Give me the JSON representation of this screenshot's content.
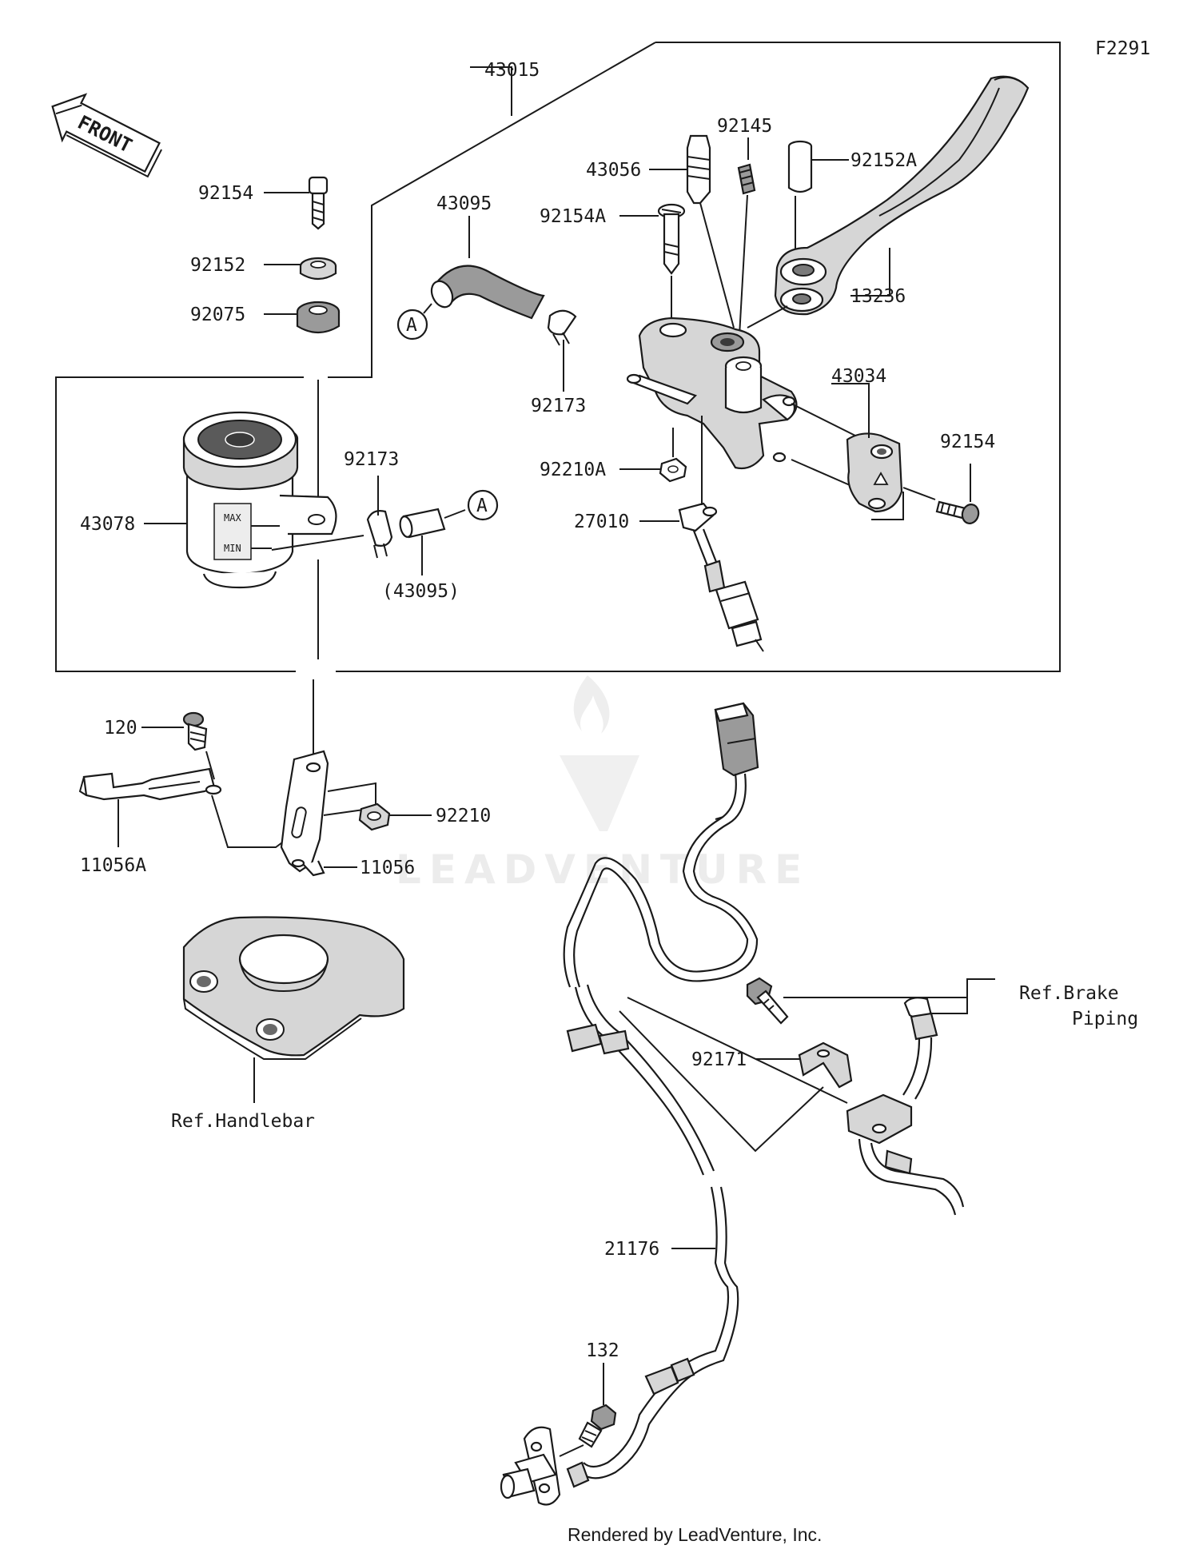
{
  "figure_id": "F2291",
  "front_label": "FRONT",
  "watermark": "LEADVENTURE",
  "footer": "Rendered by LeadVenture, Inc.",
  "parts": {
    "p43015": "43015",
    "p43056": "43056",
    "p92145": "92145",
    "p92152A": "92152A",
    "p43095": "43095",
    "p92154A": "92154A",
    "p13236": "13236",
    "p92154_top": "92154",
    "p92152": "92152",
    "p92075": "92075",
    "p92173_a": "92173",
    "p43034": "43034",
    "p92154_right": "92154",
    "p92210A": "92210A",
    "p92173_b": "92173",
    "p43078": "43078",
    "p27010": "27010",
    "p43095_ref": "(43095)",
    "p120": "120",
    "p92210": "92210",
    "p11056A": "11056A",
    "p11056": "11056",
    "ref_brake_1": "Ref.Brake",
    "ref_brake_2": "Piping",
    "p92171": "92171",
    "ref_handlebar": "Ref.Handlebar",
    "p21176": "21176",
    "p132": "132"
  },
  "connectors": {
    "a_upper": "A",
    "a_lower": "A"
  },
  "reservoir": {
    "max": "MAX",
    "min": "MIN"
  }
}
